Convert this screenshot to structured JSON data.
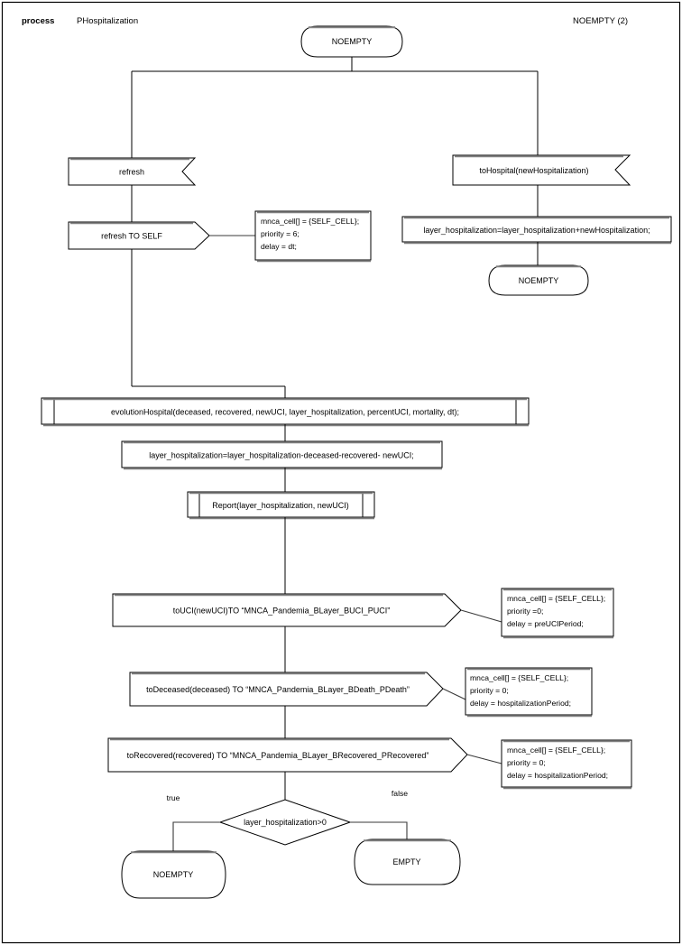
{
  "header": {
    "keyword": "process",
    "process_name": "PHospitalization",
    "right_label": "NOEMPTY (2)"
  },
  "nodes": {
    "start_state": "NOEMPTY",
    "refresh_receive": "refresh",
    "to_hospital_receive": "toHospital(newHospitalization)",
    "refresh_to_self_send": "refresh TO SELF",
    "hospitalization_assign": "layer_hospitalization=layer_hospitalization+newHospitalization;",
    "hospitalization_next_state": "NOEMPTY",
    "evolution_call": "evolutionHospital(deceased, recovered, newUCI, layer_hospitalization, percentUCI, mortality, dt);",
    "subtract_assign": "layer_hospitalization=layer_hospitalization-deceased-recovered- newUCI;",
    "report_call": "Report(layer_hospitalization, newUCI)",
    "to_uci_send": "toUCI(newUCI)TO “MNCA_Pandemia_BLayer_BUCI_PUCI”",
    "to_deceased_send": "toDeceased(deceased) TO “MNCA_Pandemia_BLayer_BDeath_PDeath”",
    "to_recovered_send": "toRecovered(recovered) TO “MNCA_Pandemia_BLayer_BRecovered_PRecovered”",
    "decision": "layer_hospitalization>0",
    "decision_true_state": "NOEMPTY",
    "decision_false_state": "EMPTY"
  },
  "edge_labels": {
    "true": "true",
    "false": "false"
  },
  "notes": {
    "refresh_self": {
      "line1": "mnca_cell[] = {SELF_CELL};",
      "line2": "priority = 6;",
      "line3": "delay = dt;"
    },
    "to_uci": {
      "line1": "mnca_cell[] = {SELF_CELL};",
      "line2": "priority =0;",
      "line3": "delay = preUCIPeriod;"
    },
    "to_deceased": {
      "line1": "mnca_cell[] = {SELF_CELL};",
      "line2": "priority = 0;",
      "line3": "delay = hospitalizationPeriod;"
    },
    "to_recovered": {
      "line1": "mnca_cell[] = {SELF_CELL};",
      "line2": "priority = 0;",
      "line3": "delay = hospitalizationPeriod;"
    }
  },
  "colors": {
    "stroke": "#000000",
    "shadow": "#808080",
    "background": "#ffffff"
  }
}
